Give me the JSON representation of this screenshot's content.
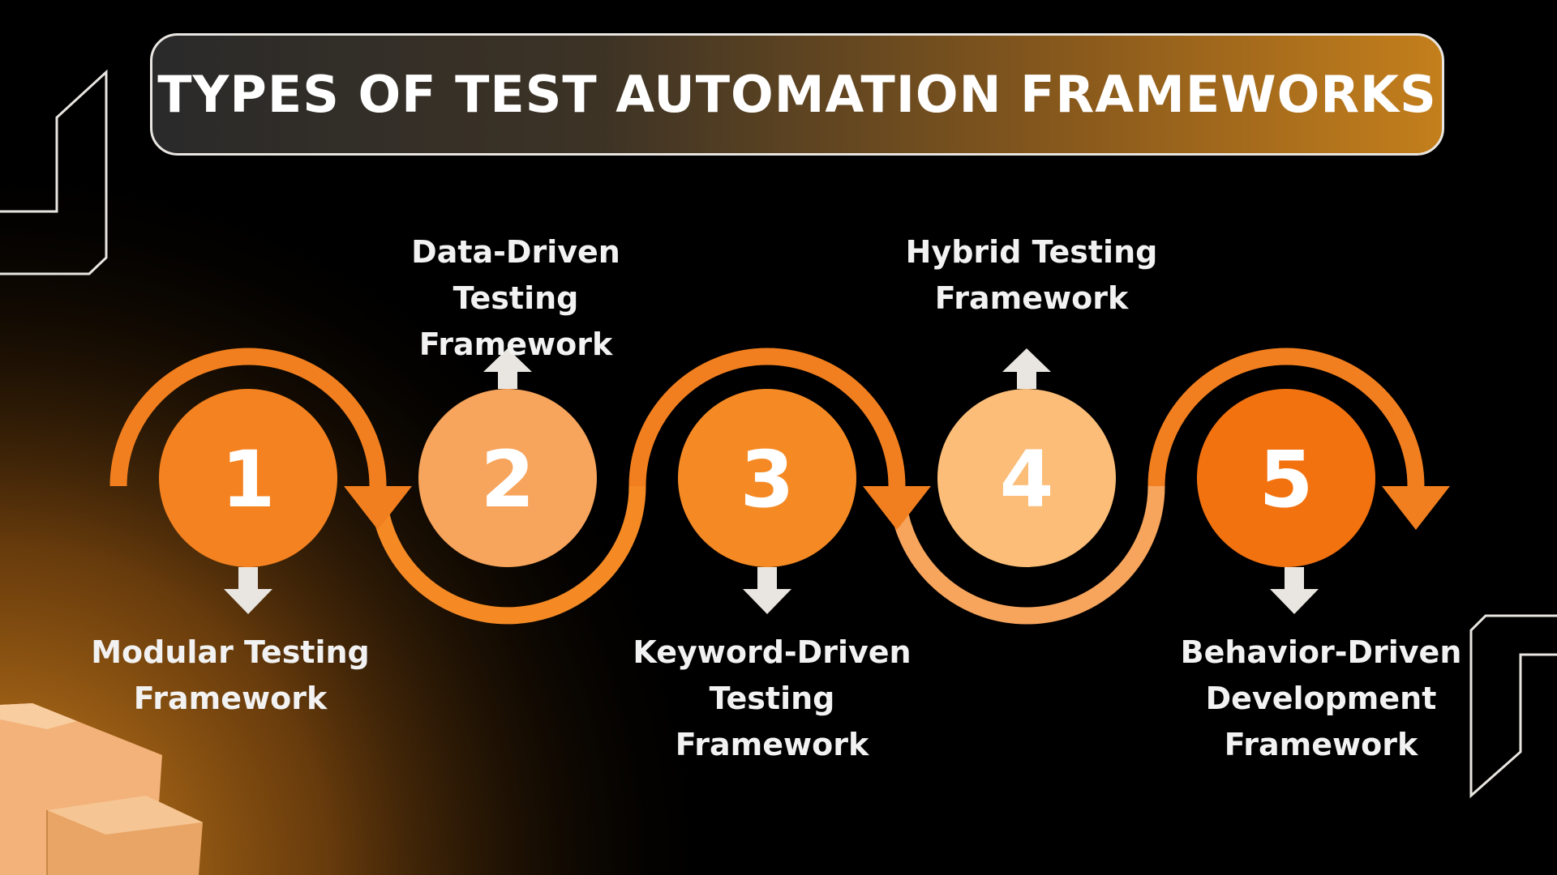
{
  "title": "TYPES OF TEST AUTOMATION FRAMEWORKS",
  "colors": {
    "background": "#000000",
    "accent": "#f27f1f",
    "accent_light": "#f7a45c",
    "accent_pale": "#fbbd78",
    "accent_deep": "#f37210",
    "arrow_white": "#e9e6e1"
  },
  "steps": [
    {
      "number": "1",
      "lines": [
        "Modular Testing",
        "Framework"
      ],
      "label_position": "below",
      "color": "#f58220"
    },
    {
      "number": "2",
      "lines": [
        "Data-Driven Testing",
        "Framework"
      ],
      "label_position": "above",
      "color": "#f7a45c"
    },
    {
      "number": "3",
      "lines": [
        "Keyword-Driven",
        "Testing",
        "Framework"
      ],
      "label_position": "below",
      "color": "#f58a25"
    },
    {
      "number": "4",
      "lines": [
        "Hybrid Testing",
        "Framework"
      ],
      "label_position": "above",
      "color": "#fbbd78"
    },
    {
      "number": "5",
      "lines": [
        "Behavior-Driven",
        "Development",
        "Framework"
      ],
      "label_position": "below",
      "color": "#f37210"
    }
  ]
}
